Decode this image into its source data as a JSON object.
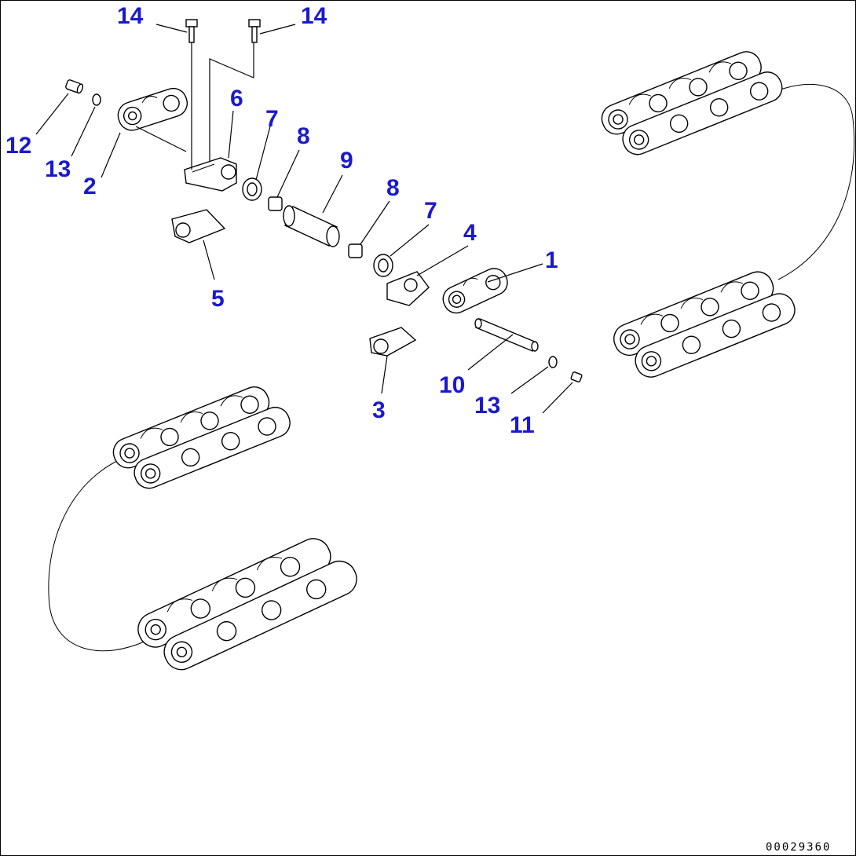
{
  "diagram": {
    "callouts": [
      {
        "id": "c14a",
        "label": "14"
      },
      {
        "id": "c14b",
        "label": "14"
      },
      {
        "id": "c6",
        "label": "6"
      },
      {
        "id": "c7a",
        "label": "7"
      },
      {
        "id": "c8a",
        "label": "8"
      },
      {
        "id": "c9",
        "label": "9"
      },
      {
        "id": "c8b",
        "label": "8"
      },
      {
        "id": "c7b",
        "label": "7"
      },
      {
        "id": "c4",
        "label": "4"
      },
      {
        "id": "c1",
        "label": "1"
      },
      {
        "id": "c12",
        "label": "12"
      },
      {
        "id": "c13a",
        "label": "13"
      },
      {
        "id": "c2",
        "label": "2"
      },
      {
        "id": "c5",
        "label": "5"
      },
      {
        "id": "c10",
        "label": "10"
      },
      {
        "id": "c13b",
        "label": "13"
      },
      {
        "id": "c11",
        "label": "11"
      },
      {
        "id": "c3",
        "label": "3"
      }
    ],
    "document_number": "00029360",
    "colors": {
      "callout": "#1a1acc",
      "line": "#000000"
    }
  }
}
